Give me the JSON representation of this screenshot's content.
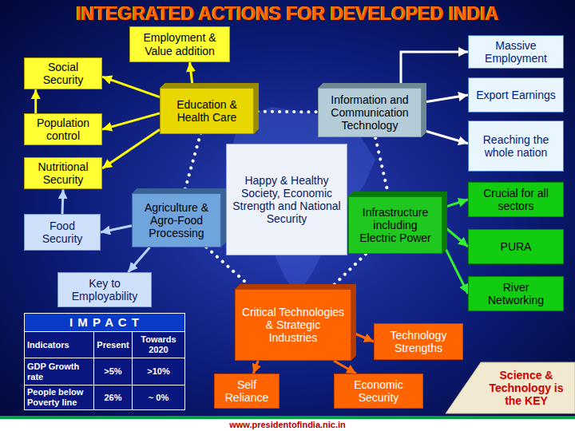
{
  "diagram": {
    "title": "INTEGRATED ACTIONS FOR DEVELOPED INDIA",
    "nodes": [
      {
        "text": [
          "Employment & Value addition"
        ]
      },
      {
        "text": [
          "Massive Employment"
        ]
      },
      {
        "text": [
          "Social Security"
        ]
      },
      {
        "text": [
          "Education & Health Care"
        ]
      },
      {
        "text": [
          "Information and Communication Technology"
        ]
      },
      {
        "text": [
          "Export Earnings"
        ]
      },
      {
        "text": [
          "Population control"
        ]
      },
      {
        "text": [
          "Reaching the whole nation"
        ]
      },
      {
        "text": [
          "Happy & Healthy Society, Economic Strength and National Security"
        ]
      },
      {
        "text": [
          "Nutritional Security"
        ]
      },
      {
        "text": [
          "Crucial for all sectors"
        ]
      },
      {
        "text": [
          "Agriculture & Agro-Food Processing"
        ]
      },
      {
        "text": [
          "Infrastructure including Electric Power"
        ]
      },
      {
        "text": [
          "Food Security"
        ]
      },
      {
        "text": [
          "PURA"
        ]
      },
      {
        "text": [
          "Key to Employability"
        ]
      },
      {
        "text": [
          "River Networking"
        ]
      },
      {
        "text": [
          "Critical Technologies & Strategic Industries"
        ]
      },
      {
        "text": [
          "Technology Strengths"
        ]
      },
      {
        "text": [
          "Science & Technology is the KEY"
        ]
      },
      {
        "text": [
          "Self Reliance"
        ]
      },
      {
        "text": [
          "Economic Security"
        ]
      }
    ],
    "edges": [
      {
        "from": 3,
        "to": 0,
        "arrow": "to"
      },
      {
        "from": 3,
        "to": 2,
        "arrow": "to"
      },
      {
        "from": 3,
        "to": 6,
        "arrow": "to"
      },
      {
        "from": 3,
        "to": 9,
        "arrow": "to"
      },
      {
        "from": 6,
        "to": 2,
        "arrow": "to"
      },
      {
        "from": 11,
        "to": 13,
        "arrow": "to"
      },
      {
        "from": 13,
        "to": 9,
        "arrow": "to"
      },
      {
        "from": 11,
        "to": 15,
        "arrow": "to"
      },
      {
        "from": 4,
        "to": 1,
        "arrow": "to"
      },
      {
        "from": 4,
        "to": 5,
        "arrow": "to"
      },
      {
        "from": 4,
        "to": 7,
        "arrow": "to"
      },
      {
        "from": 12,
        "to": 10,
        "arrow": "to"
      },
      {
        "from": 12,
        "to": 14,
        "arrow": "to"
      },
      {
        "from": 12,
        "to": 16,
        "arrow": "to"
      },
      {
        "from": 17,
        "to": 18,
        "arrow": "to"
      },
      {
        "from": 17,
        "to": 20,
        "arrow": "to"
      },
      {
        "from": 17,
        "to": 21,
        "arrow": "to"
      }
    ],
    "labels": [
      "I M P A C T",
      "Indicators",
      "Present",
      "Towards 2020",
      "GDP Growth rate",
      ">5%",
      ">10%",
      "People below Poverty line",
      "26%",
      "~ 0%",
      "www.presidentofindia.nic.in"
    ]
  }
}
